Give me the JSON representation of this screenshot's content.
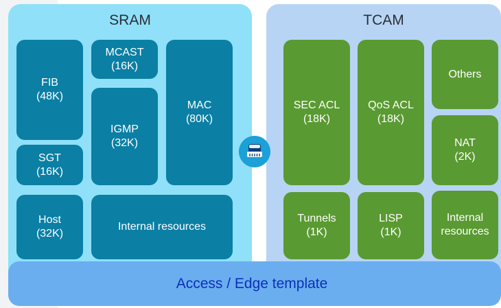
{
  "sram": {
    "title": "SRAM",
    "blocks": {
      "fib": "FIB\n(48K)",
      "mcast": "MCAST\n(16K)",
      "mac": "MAC\n(80K)",
      "igmp": "IGMP\n(32K)",
      "sgt": "SGT\n(16K)",
      "host": "Host\n(32K)",
      "internal": "Internal resources"
    }
  },
  "tcam": {
    "title": "TCAM",
    "blocks": {
      "sec_acl": "SEC ACL\n(18K)",
      "qos_acl": "QoS ACL\n(18K)",
      "others": "Others",
      "nat": "NAT\n(2K)",
      "tunnels": "Tunnels\n(1K)",
      "lisp": "LISP\n(1K)",
      "internal": "Internal\nresources"
    }
  },
  "footer": {
    "label": "Access / Edge template"
  },
  "icons": {
    "connector": "switch-chip-icon"
  },
  "colors": {
    "sram_panel": "#8fe0f8",
    "tcam_panel": "#b7d4f4",
    "sram_block": "#0b7fa4",
    "tcam_block": "#5a9a32",
    "footer_bar": "#6aaef0",
    "footer_text": "#0d2fb7",
    "connector": "#1ba0d7"
  }
}
